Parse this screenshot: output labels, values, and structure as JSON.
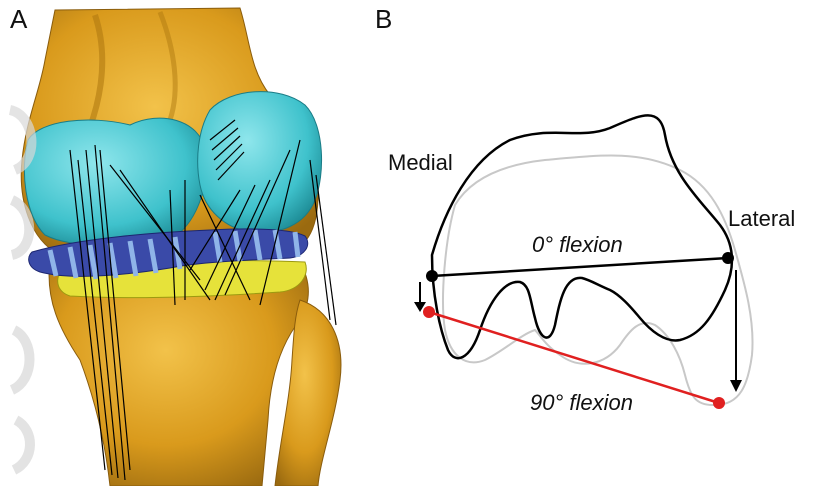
{
  "panels": {
    "a": {
      "letter": "A"
    },
    "b": {
      "letter": "B"
    }
  },
  "labels": {
    "medial": "Medial",
    "lateral": "Lateral",
    "flexion_0": "0° flexion",
    "flexion_90": "90° flexion"
  },
  "colors": {
    "bone": "#d99a1c",
    "cartilage": "#3fc2cc",
    "meniscus": "#3a4aa8",
    "meniscus_stripe": "#8fb4e8",
    "tibial_cartilage": "#e6e23a",
    "outline_0": "#000000",
    "outline_90": "#c8c8c8",
    "line_0": "#000000",
    "line_90": "#e02020"
  }
}
